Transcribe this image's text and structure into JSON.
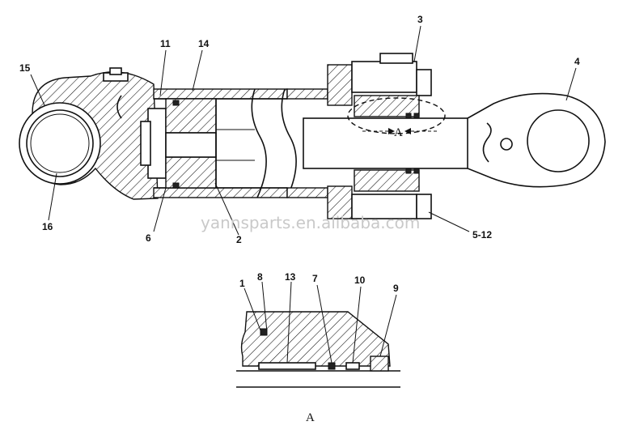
{
  "labels": {
    "l15": "15",
    "l11": "11",
    "l14": "14",
    "l3": "3",
    "l4": "4",
    "lA_inner": "A",
    "l16": "16",
    "l6": "6",
    "l2": "2",
    "l512": "5-12",
    "l1": "1",
    "l8": "8",
    "l13": "13",
    "l7": "7",
    "l10": "10",
    "l9": "9",
    "detail_caption": "A"
  },
  "watermark": "yannsparts.en.alibaba.com"
}
